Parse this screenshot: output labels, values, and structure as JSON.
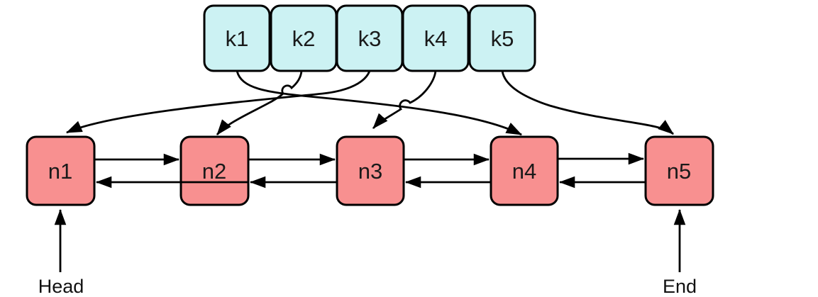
{
  "canvas": {
    "background": "#ffffff"
  },
  "palette": {
    "key_fill": "#ccf2f3",
    "node_fill": "#f89090",
    "border": "#000000",
    "arrow": "#000000",
    "text": "#1a1a1a"
  },
  "keys": [
    {
      "label": "k1"
    },
    {
      "label": "k2"
    },
    {
      "label": "k3"
    },
    {
      "label": "k4"
    },
    {
      "label": "k5"
    }
  ],
  "nodes": [
    {
      "label": "n1"
    },
    {
      "label": "n2"
    },
    {
      "label": "n3"
    },
    {
      "label": "n4"
    },
    {
      "label": "n5"
    }
  ],
  "edges": {
    "key_to_node": [
      {
        "from": "k1",
        "to": "n4"
      },
      {
        "from": "k2",
        "to": "n2"
      },
      {
        "from": "k3",
        "to": "n1"
      },
      {
        "from": "k4",
        "to": "n3"
      },
      {
        "from": "k5",
        "to": "n5"
      }
    ],
    "node_chain": [
      {
        "from": "n1",
        "to": "n2",
        "bidirectional": true
      },
      {
        "from": "n2",
        "to": "n3",
        "bidirectional": true
      },
      {
        "from": "n3",
        "to": "n4",
        "bidirectional": true
      },
      {
        "from": "n4",
        "to": "n5",
        "bidirectional": true
      }
    ]
  },
  "pointers": {
    "head": {
      "label": "Head",
      "target": "n1"
    },
    "end": {
      "label": "End",
      "target": "n5"
    }
  }
}
